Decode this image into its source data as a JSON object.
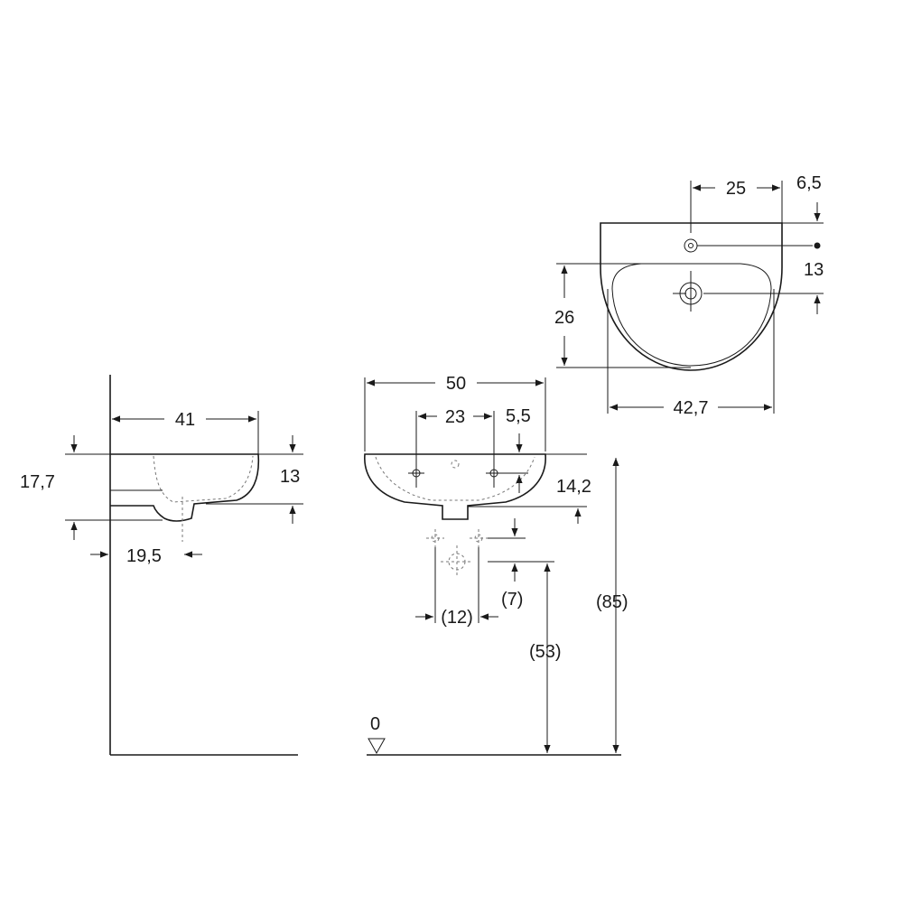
{
  "side_view": {
    "width": "41",
    "total_height": "17,7",
    "bowl_height": "13",
    "drain_offset": "19,5"
  },
  "front_view": {
    "width": "50",
    "tap_spacing": "23",
    "tap_height": "5,5",
    "depth": "14,2",
    "supply_spacing": "(12)",
    "supply_offset": "(7)",
    "supply_height": "(53)",
    "rim_height": "(85)",
    "floor_level": "0"
  },
  "top_view": {
    "tap_to_wall": "25",
    "tap_from_back": "6,5",
    "tap_to_drain": "13",
    "bowl_depth": "26",
    "inner_width": "42,7"
  }
}
